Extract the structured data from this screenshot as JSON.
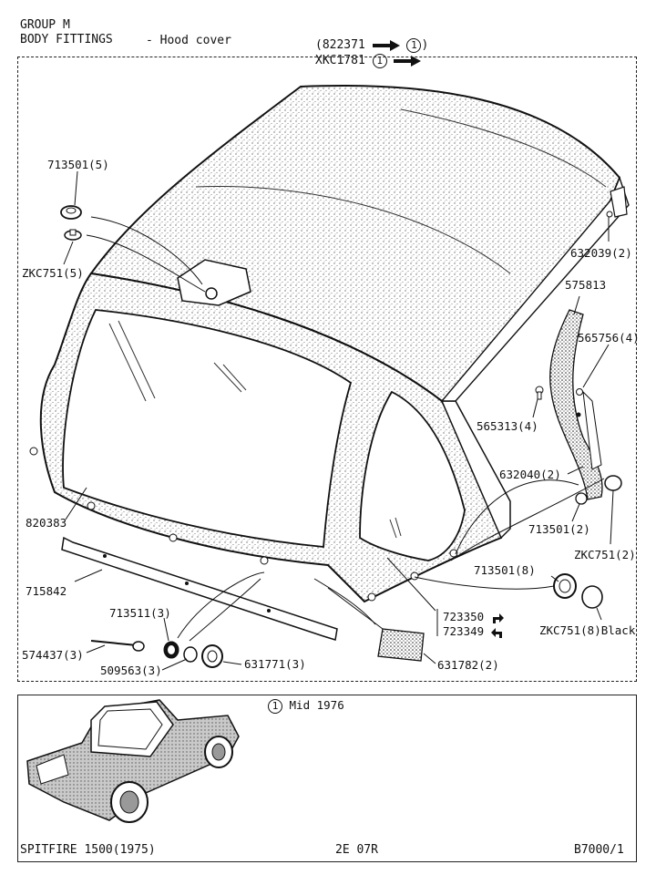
{
  "header": {
    "group": "GROUP M",
    "section": "BODY FITTINGS",
    "subsection": "- Hood cover"
  },
  "change_note": {
    "line1_part": "(822371",
    "line1_mark": "1",
    "line1_close": ")",
    "line2_part": "XKC1781",
    "line2_mark": "1"
  },
  "callouts": [
    {
      "id": "c1",
      "text": "713501(5)"
    },
    {
      "id": "c2",
      "text": "ZKC751(5)"
    },
    {
      "id": "c3",
      "text": "632039(2)"
    },
    {
      "id": "c4",
      "text": "575813"
    },
    {
      "id": "c5",
      "text": "565756(4)"
    },
    {
      "id": "c6",
      "text": "565313(4)"
    },
    {
      "id": "c7",
      "text": "632040(2)"
    },
    {
      "id": "c8",
      "text": "713501(2)"
    },
    {
      "id": "c9",
      "text": "ZKC751(2)"
    },
    {
      "id": "c10",
      "text": "820383"
    },
    {
      "id": "c11",
      "text": "713501(8)"
    },
    {
      "id": "c12",
      "text": "ZKC751(8)Black"
    },
    {
      "id": "c13",
      "text": "715842"
    },
    {
      "id": "c14",
      "text": "713511(3)"
    },
    {
      "id": "c15",
      "text": "723350"
    },
    {
      "id": "c16",
      "text": "723349"
    },
    {
      "id": "c17",
      "text": "574437(3)"
    },
    {
      "id": "c18",
      "text": "509563(3)"
    },
    {
      "id": "c19",
      "text": "631771(3)"
    },
    {
      "id": "c20",
      "text": "631782(2)"
    }
  ],
  "inset": {
    "note_mark": "1",
    "note_text": "Mid 1976"
  },
  "footer": {
    "model": "SPITFIRE 1500(1975)",
    "code": "2E 07R",
    "page": "B7000/1"
  }
}
